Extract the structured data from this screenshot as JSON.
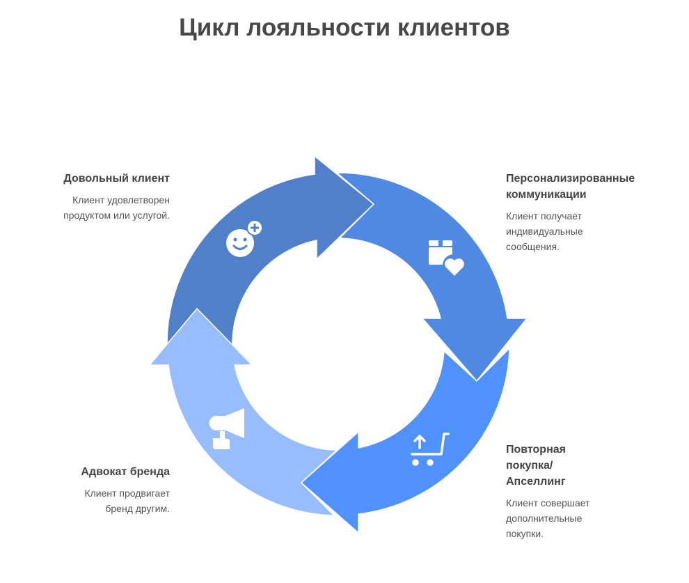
{
  "title": "Цикл лояльности клиентов",
  "stages": [
    {
      "title": "Довольный клиент",
      "description": "Клиент удовлетворен продуктом или услугой.",
      "icon": "smiley-plus-icon",
      "color": "#5080CA"
    },
    {
      "title": "Персонализированные коммуникации",
      "description": "Клиент получает индивидуальные сообщения.",
      "icon": "gift-heart-icon",
      "color": "#4F89E4"
    },
    {
      "title": "Повторная покупка/ Апселлинг",
      "description": "Клиент совершает дополнительные покупки.",
      "icon": "cart-upload-icon",
      "color": "#4F92FF"
    },
    {
      "title": "Адвокат бренда",
      "description": "Клиент продвигает бренд другим.",
      "icon": "megaphone-icon",
      "color": "#97BCFF"
    }
  ]
}
